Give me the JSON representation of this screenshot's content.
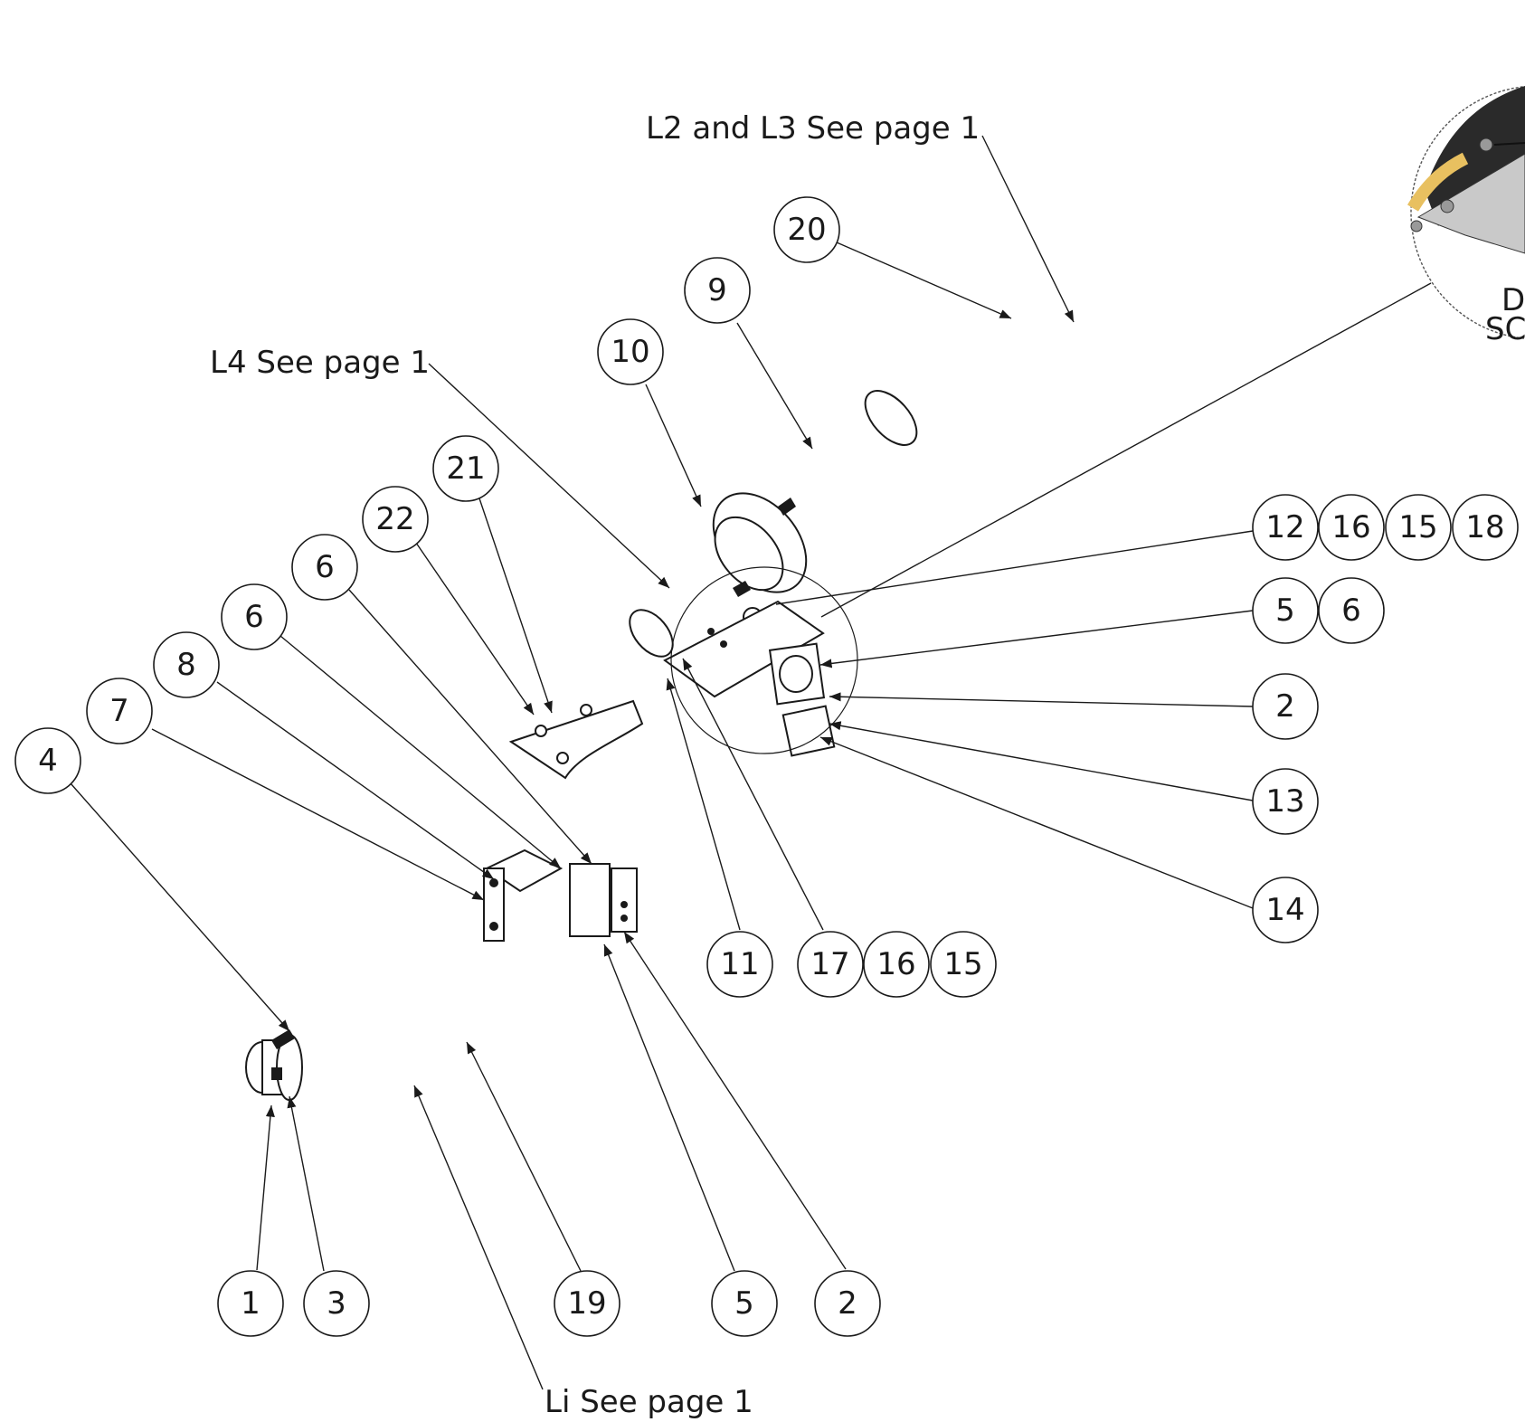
{
  "references": {
    "l2_l3": "L2 and L3 See page 1",
    "l4": "L4 See page 1",
    "li": "Li See page 1"
  },
  "detail": {
    "label_line1": "DE",
    "label_line2": "SCA"
  },
  "balloons": {
    "b1": "1",
    "b3": "3",
    "b4": "4",
    "b7": "7",
    "b8": "8",
    "b6a": "6",
    "b6b": "6",
    "b22": "22",
    "b21": "21",
    "b10": "10",
    "b9": "9",
    "b20": "20",
    "b12": "12",
    "b16a": "16",
    "b15a": "15",
    "b18": "18",
    "b5a": "5",
    "b6c": "6",
    "b2a": "2",
    "b13": "13",
    "b14": "14",
    "b11": "11",
    "b17": "17",
    "b16b": "16",
    "b15b": "15",
    "b19": "19",
    "b5b": "5",
    "b2b": "2"
  }
}
